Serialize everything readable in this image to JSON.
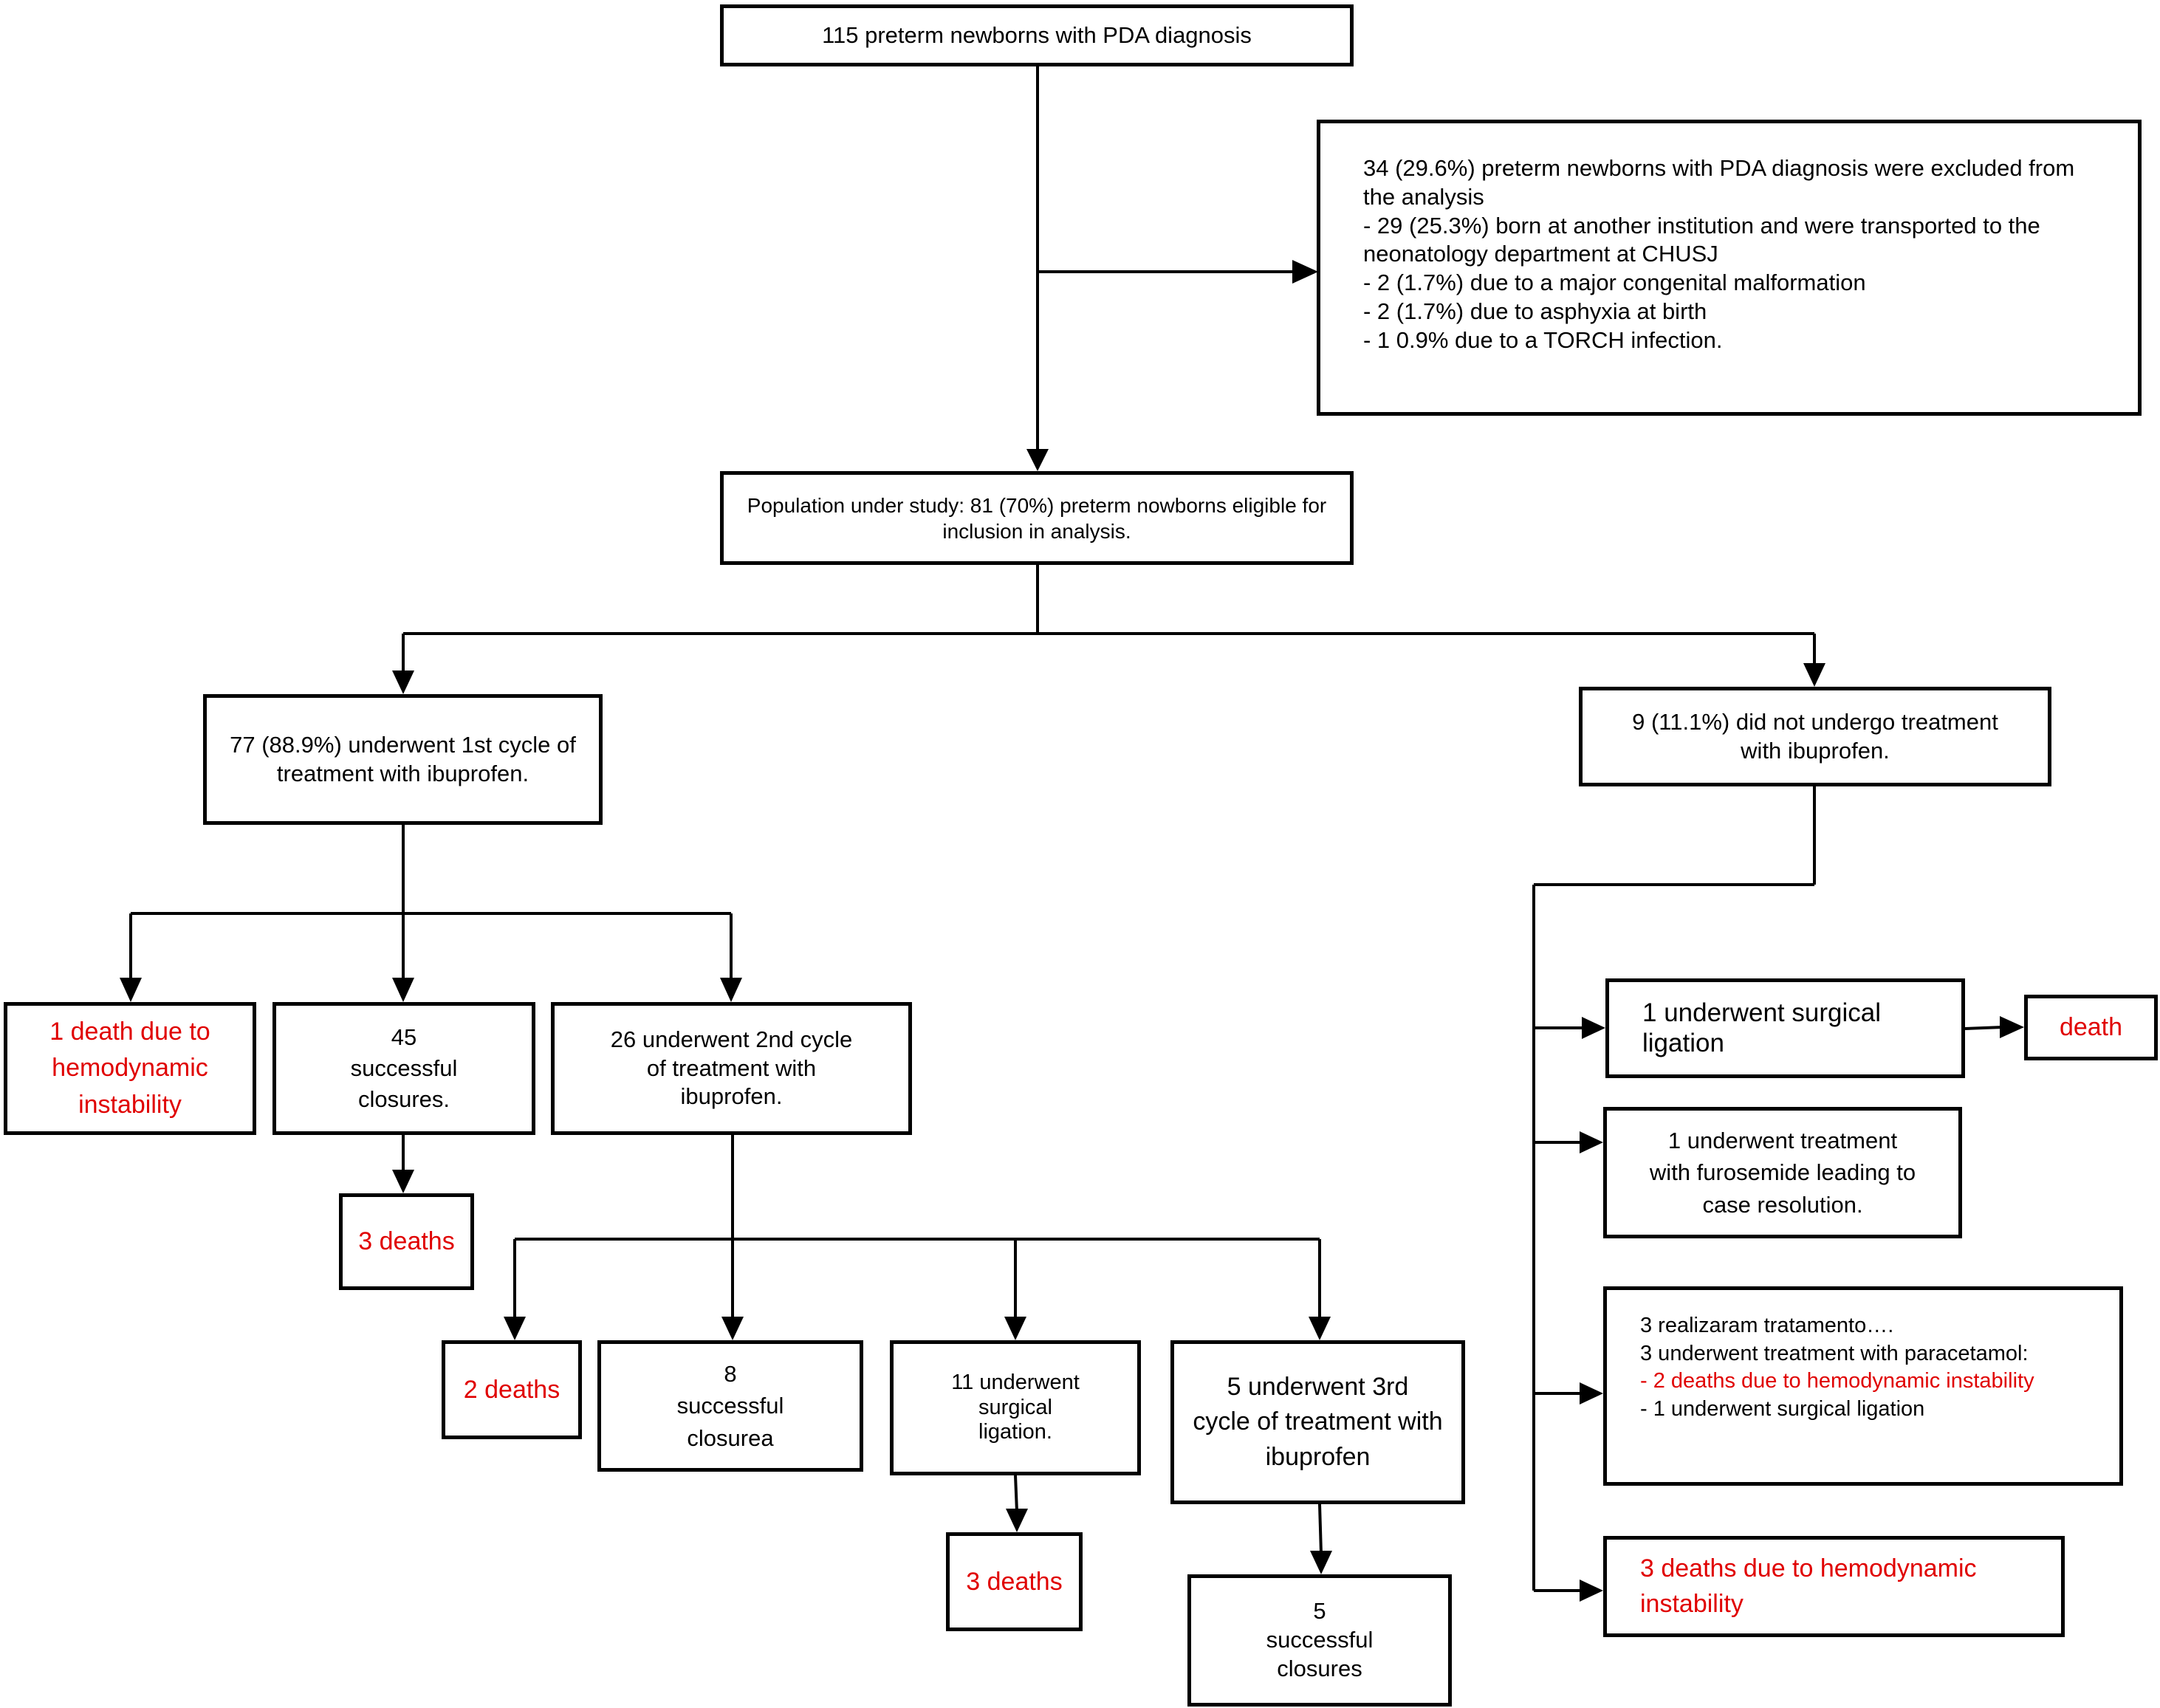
{
  "nodes": {
    "start": "115 preterm newborns with PDA diagnosis",
    "excluded": "34 (29.6%) preterm newborns with PDA diagnosis were excluded from\nthe analysis\n- 29 (25.3%) born at another institution and were transported to the\nneonatology department at CHUSJ\n- 2 (1.7%) due to a major congenital malformation\n- 2 (1.7%) due to asphyxia at birth\n- 1 0.9% due to a TORCH infection.",
    "population": "Population under study: 81 (70%) preterm nowborns eligible for\ninclusion in analysis.",
    "first_cycle": "77 (88.9%) underwent 1st cycle of\ntreatment with ibuprofen.",
    "no_treatment": "9 (11.1%) did not undergo treatment\nwith ibuprofen.",
    "death_hemo": "1 death due to\nhemodynamic\ninstability",
    "closures_45": "45\nsuccessful\nclosures.",
    "second_cycle": "26 underwent 2nd cycle\nof treatment with\nibuprofen.",
    "deaths_3a": "3 deaths",
    "deaths_2": "2 deaths",
    "closures_8": "8\nsuccessful\nclosurea",
    "ligation_11": "11 underwent\nsurgical\nligation.",
    "third_cycle": "5 underwent 3rd\ncycle of treatment with\nibuprofen",
    "deaths_3b": "3 deaths",
    "closures_5": "5\nsuccessful\nclosures",
    "surgical_1": "1 underwent surgical\nligation",
    "death_single": "death",
    "furosemide": "1 underwent treatment\nwith furosemide leading to\ncase resolution.",
    "paracetamol": {
      "line1": "3 realizaram tratamento….",
      "line2": "3 underwent treatment with paracetamol:",
      "line3": "- 2 deaths due to hemodynamic instability",
      "line4": "- 1 underwent surgical ligation"
    },
    "deaths_hemo_3": "3 deaths due to hemodynamic\ninstability"
  },
  "colors": {
    "line": "#000000",
    "death_text": "#e00000",
    "default_text": "#000000"
  }
}
